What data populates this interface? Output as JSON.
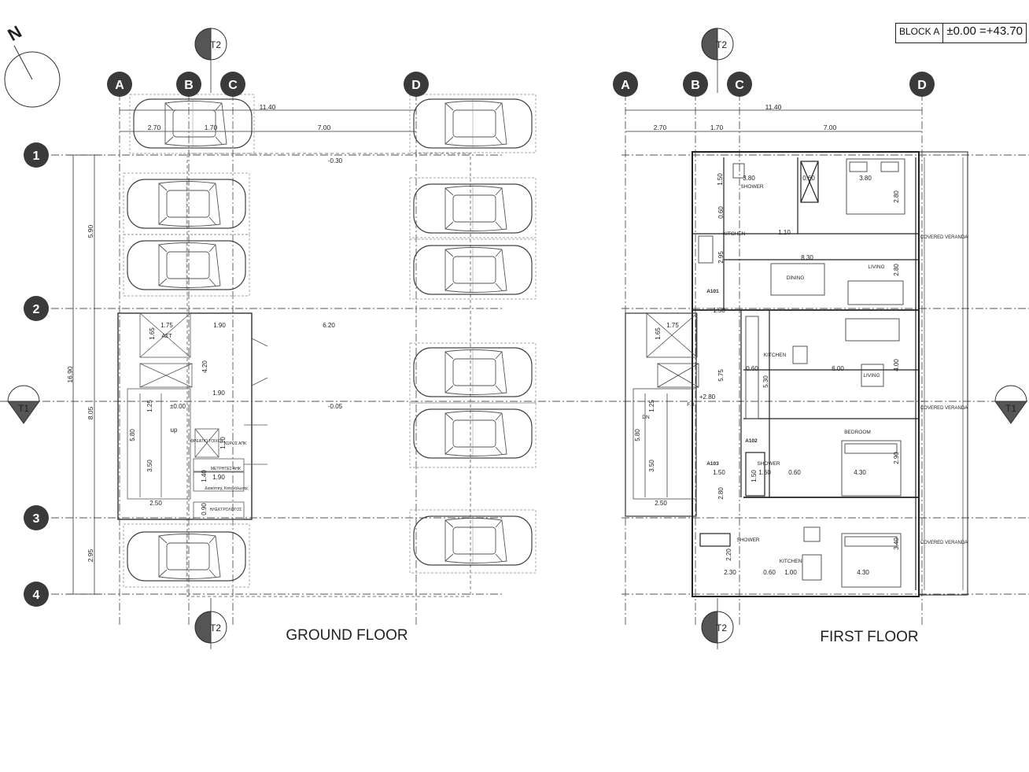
{
  "block_label": {
    "block": "BLOCK A",
    "datum": "±0.00 =+43.70"
  },
  "north": {
    "letter": "N"
  },
  "floors": {
    "ground": "GROUND FLOOR",
    "first": "FIRST FLOOR"
  },
  "grid_columns": [
    "A",
    "B",
    "C",
    "D"
  ],
  "grid_rows": [
    "1",
    "2",
    "3",
    "4"
  ],
  "sections": {
    "t1": "T1",
    "t2": "T2"
  },
  "ground": {
    "dims_top": {
      "total": "11.40",
      "ab": "2.70",
      "bc": "1.70",
      "cd": "7.00"
    },
    "dims_left": {
      "total": "16.90",
      "r12": "5.90",
      "mid": "8.05",
      "r34": "2.95"
    },
    "levels": {
      "top": "-0.30",
      "entry": "±0.00",
      "center": "-0.05"
    },
    "stair": {
      "d1": "1.75",
      "d2": "1.65",
      "lift": "ΑΣΤ",
      "w1": "1.90",
      "w2": "6.20",
      "h1": "4.20",
      "w3": "1.90",
      "s1": "1.25",
      "s2": "5.80",
      "s3": "3.50",
      "s4": "2.50",
      "up": "up"
    },
    "rooms": {
      "r1": "ΦΡΕΑΤΙΟ ΤΟΙΧΟΥ",
      "r2": "ΧΩΡΟΣ ΑΠΚ",
      "r3": "ΜΕΤΡΗΤΕΣ ΑΗΚ",
      "r4": "Διακόπτης Κατανάλωσης",
      "r5": "ΗΛΕΚΤΡΟΛΟΓΟΣ",
      "d1": "1.10",
      "d2": "1.40",
      "d3": "1.90",
      "d4": "0.90"
    }
  },
  "first": {
    "dims_top": {
      "total": "11.40",
      "ab": "2.70",
      "bc": "1.70",
      "cd": "7.00"
    },
    "units": {
      "a101": "A101",
      "a102": "A102",
      "a103": "A103"
    },
    "labels": {
      "shower1": "SHOWER",
      "kitchen1": "KITCHEN",
      "dining": "DINING",
      "living1": "LIVING",
      "kitchen2": "KITCHEN",
      "living2": "LIVING",
      "bedroom": "BEDROOM",
      "shower2": "SHOWER",
      "shower3": "SHOWER",
      "kitchen3": "KITCHEN",
      "veranda1": "COVERED VERANDA",
      "veranda2": "COVERED VERANDA",
      "veranda3": "COVERED VERANDA",
      "fb": "F.B",
      "dn": "DN",
      "level": "+2.80"
    },
    "dims": {
      "a": "3.80",
      "b": "3.80",
      "c": "1.50",
      "d": "0.60",
      "e": "0.60",
      "f": "2.80",
      "g": "1.10",
      "h": "2.95",
      "i": "8.30",
      "j": "2.80",
      "k": "1.50",
      "l": "1.75",
      "m": "1.65",
      "n": "0.60",
      "o": "6.00",
      "p": "4.00",
      "q": "5.75",
      "r": "5.30",
      "s": "5.80",
      "t": "1.25",
      "u": "3.50",
      "v": "2.50",
      "w": "1.50",
      "x": "1.60",
      "y": "0.60",
      "z": "4.30",
      "aa": "2.90",
      "ab": "2.80",
      "ac": "2.20",
      "ad": "2.30",
      "ae": "0.60",
      "af": "1.00",
      "ag": "4.30",
      "ah": "3.40",
      "ai": "1.50"
    }
  }
}
